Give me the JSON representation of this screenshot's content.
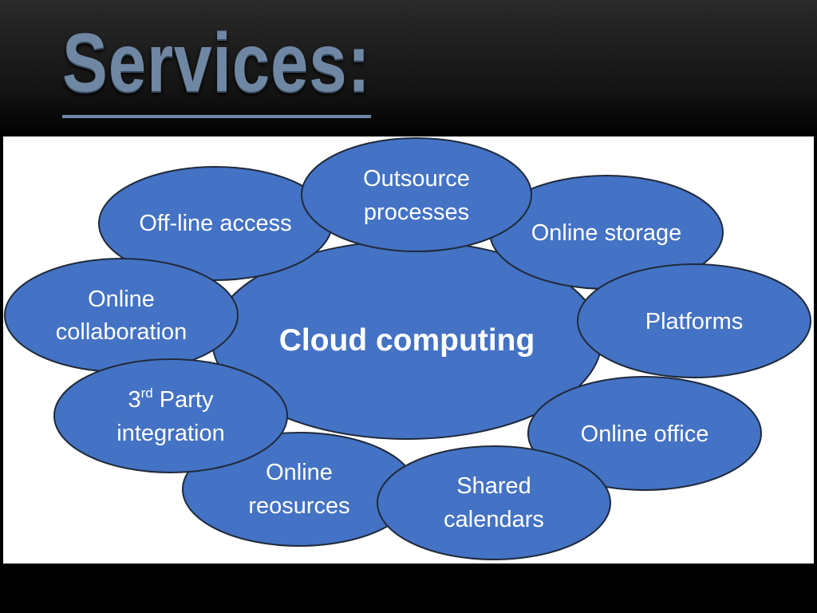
{
  "slide": {
    "title": "Services:"
  },
  "diagram": {
    "center": "Cloud computing",
    "colors": {
      "fill": "#4472c4",
      "stroke": "#1f2a3a",
      "text": "#ffffff"
    },
    "nodes": {
      "outsource": {
        "line1": "Outsource",
        "line2": "processes"
      },
      "offline": {
        "line1": "Off-line access"
      },
      "storage": {
        "line1": "Online storage"
      },
      "collaboration": {
        "line1": "Online",
        "line2": "collaboration"
      },
      "platforms": {
        "line1": "Platforms"
      },
      "third_party": {
        "pre": "3",
        "sup": "rd",
        "post": " Party",
        "line2": "integration"
      },
      "office": {
        "line1": "Online office"
      },
      "resources": {
        "line1": "Online",
        "line2": "reosurces"
      },
      "calendars": {
        "line1": "Shared",
        "line2": "calendars"
      }
    }
  }
}
